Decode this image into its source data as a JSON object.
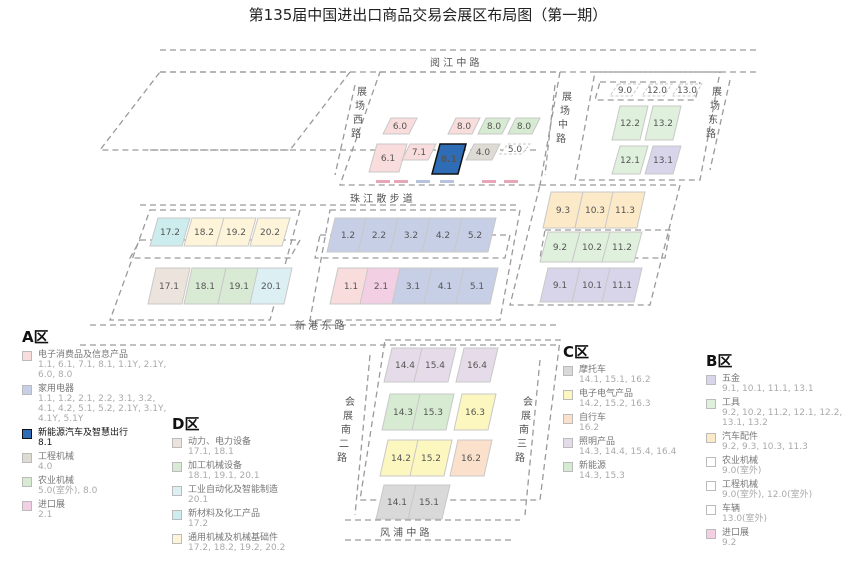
{
  "title": "第135届中国进出口商品交易会展区布局图（第一期）",
  "streets": {
    "yuejiang": "阅 江 中 路",
    "west": "展 场 西 路",
    "middle": "展 场 中 路",
    "east": "展 场 东 路",
    "zhujiang": "珠 江 散 步 道",
    "xingang": "新 港 东 路",
    "south2": "会 展 南 二 路",
    "south3": "会 展 南 三 路",
    "fengpu": "风 浦 中 路"
  },
  "colors": {
    "electronics": "#f9dcdc",
    "appliances": "#c6cfe6",
    "nev": "#2e6db5",
    "eng_machinery": "#dddbd3",
    "agri": "#d6ebd1",
    "import": "#f3cfe3",
    "power": "#ece4dc",
    "processing": "#d9ead4",
    "automation": "#dcf0f4",
    "new_material": "#cdeced",
    "general": "#fdf4da",
    "motorcycle": "#d9d9d9",
    "electrical": "#fcf6bf",
    "bicycle": "#fbe1cc",
    "lighting": "#e6dbe8",
    "new_energy_c": "#d6ebd1",
    "hardware": "#d8d5ea",
    "tools": "#dff0dc",
    "auto_parts": "#fbe9c8",
    "white": "#ffffff",
    "b_import": "#f3cfe3"
  },
  "halls": [
    {
      "id": "6.0",
      "c": "electronics"
    },
    {
      "id": "6.1",
      "c": "electronics"
    },
    {
      "id": "7.1",
      "c": "electronics"
    },
    {
      "id": "8.1",
      "c": "nev"
    },
    {
      "id": "8.0",
      "c": "electronics"
    },
    {
      "id": "8.0",
      "c": "agri"
    },
    {
      "id": "8.0",
      "c": "agri"
    },
    {
      "id": "4.0",
      "c": "eng_machinery"
    },
    {
      "id": "5.0",
      "c": "white"
    },
    {
      "id": "9.0",
      "c": "white"
    },
    {
      "id": "12.0",
      "c": "white"
    },
    {
      "id": "13.0",
      "c": "white"
    },
    {
      "id": "12.2",
      "c": "tools"
    },
    {
      "id": "13.2",
      "c": "tools"
    },
    {
      "id": "12.1",
      "c": "tools"
    },
    {
      "id": "13.1",
      "c": "hardware"
    },
    {
      "id": "17.2",
      "c": "new_material"
    },
    {
      "id": "18.2",
      "c": "general"
    },
    {
      "id": "19.2",
      "c": "general"
    },
    {
      "id": "20.2",
      "c": "general"
    },
    {
      "id": "17.1",
      "c": "power"
    },
    {
      "id": "18.1",
      "c": "processing"
    },
    {
      "id": "19.1",
      "c": "processing"
    },
    {
      "id": "20.1",
      "c": "automation"
    },
    {
      "id": "1.2",
      "c": "appliances"
    },
    {
      "id": "2.2",
      "c": "appliances"
    },
    {
      "id": "3.2",
      "c": "appliances"
    },
    {
      "id": "4.2",
      "c": "appliances"
    },
    {
      "id": "5.2",
      "c": "appliances"
    },
    {
      "id": "1.1",
      "c": "electronics"
    },
    {
      "id": "2.1",
      "c": "import"
    },
    {
      "id": "3.1",
      "c": "appliances"
    },
    {
      "id": "4.1",
      "c": "appliances"
    },
    {
      "id": "5.1",
      "c": "appliances"
    },
    {
      "id": "9.3",
      "c": "auto_parts"
    },
    {
      "id": "10.3",
      "c": "auto_parts"
    },
    {
      "id": "11.3",
      "c": "auto_parts"
    },
    {
      "id": "9.2",
      "c": "tools"
    },
    {
      "id": "10.2",
      "c": "tools"
    },
    {
      "id": "11.2",
      "c": "tools"
    },
    {
      "id": "9.1",
      "c": "hardware"
    },
    {
      "id": "10.1",
      "c": "hardware"
    },
    {
      "id": "11.1",
      "c": "hardware"
    },
    {
      "id": "14.4",
      "c": "lighting"
    },
    {
      "id": "15.4",
      "c": "lighting"
    },
    {
      "id": "16.4",
      "c": "lighting"
    },
    {
      "id": "14.3",
      "c": "new_energy_c"
    },
    {
      "id": "15.3",
      "c": "new_energy_c"
    },
    {
      "id": "16.3",
      "c": "electrical"
    },
    {
      "id": "14.2",
      "c": "electrical"
    },
    {
      "id": "15.2",
      "c": "electrical"
    },
    {
      "id": "16.2",
      "c": "bicycle"
    },
    {
      "id": "14.1",
      "c": "motorcycle"
    },
    {
      "id": "15.1",
      "c": "motorcycle"
    }
  ],
  "legend_a": {
    "zone": "A区",
    "items": [
      {
        "name": "电子消费品及信息产品",
        "halls": "1.1, 6.1, 7.1, 8.1, 1.1Y, 2.1Y, 6.0, 8.0",
        "c": "electronics",
        "hl": false
      },
      {
        "name": "家用电器",
        "halls": "1.1, 1.2, 2.1, 2.2, 3.1, 3.2, 4.1, 4.2, 5.1, 5.2, 2.1Y, 3.1Y, 4.1Y, 5.1Y",
        "c": "appliances",
        "hl": false
      },
      {
        "name": "新能源汽车及智慧出行",
        "halls": "8.1",
        "c": "nev",
        "hl": true
      },
      {
        "name": "工程机械",
        "halls": "4.0",
        "c": "eng_machinery",
        "hl": false
      },
      {
        "name": "农业机械",
        "halls": "5.0(室外), 8.0",
        "c": "agri",
        "hl": false
      },
      {
        "name": "进口展",
        "halls": "2.1",
        "c": "import",
        "hl": false
      }
    ]
  },
  "legend_d": {
    "zone": "D区",
    "items": [
      {
        "name": "动力、电力设备",
        "halls": "17.1, 18.1",
        "c": "power"
      },
      {
        "name": "加工机械设备",
        "halls": "18.1, 19.1, 20.1",
        "c": "processing"
      },
      {
        "name": "工业自动化及智能制造",
        "halls": "20.1",
        "c": "automation"
      },
      {
        "name": "新材料及化工产品",
        "halls": "17.2",
        "c": "new_material"
      },
      {
        "name": "通用机械及机械基础件",
        "halls": "17.2, 18.2, 19.2, 20.2",
        "c": "general"
      }
    ]
  },
  "legend_c": {
    "zone": "C区",
    "items": [
      {
        "name": "摩托车",
        "halls": "14.1, 15.1, 16.2",
        "c": "motorcycle"
      },
      {
        "name": "电子电气产品",
        "halls": "14.2, 15.2, 16.3",
        "c": "electrical"
      },
      {
        "name": "自行车",
        "halls": "16.2",
        "c": "bicycle"
      },
      {
        "name": "照明产品",
        "halls": "14.3, 14.4, 15.4, 16.4",
        "c": "lighting"
      },
      {
        "name": "新能源",
        "halls": "14.3, 15.3",
        "c": "new_energy_c"
      }
    ]
  },
  "legend_b": {
    "zone": "B区",
    "items": [
      {
        "name": "五金",
        "halls": "9.1, 10.1, 11.1, 13.1",
        "c": "hardware"
      },
      {
        "name": "工具",
        "halls": "9.2, 10.2, 11.2, 12.1, 12.2, 13.1, 13.2",
        "c": "tools"
      },
      {
        "name": "汽车配件",
        "halls": "9.2, 9.3, 10.3, 11.3",
        "c": "auto_parts"
      },
      {
        "name": "农业机械",
        "halls": "9.0(室外)",
        "c": "white"
      },
      {
        "name": "工程机械",
        "halls": "9.0(室外), 12.0(室外)",
        "c": "white"
      },
      {
        "name": "车辆",
        "halls": "13.0(室外)",
        "c": "white"
      },
      {
        "name": "进口展",
        "halls": "9.2",
        "c": "b_import"
      }
    ]
  }
}
